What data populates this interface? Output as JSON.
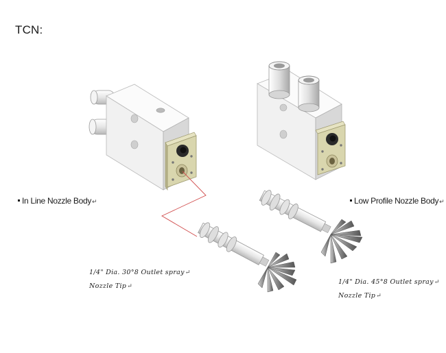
{
  "page": {
    "title": "TCN:"
  },
  "labels": {
    "inline_body": "In Line Nozzle Body",
    "low_profile_body": "Low Profile Nozzle Body"
  },
  "captions": {
    "tip_30": {
      "line1": "1/4\" Dia. 30°8 Outlet spray",
      "line2": "Nozzle Tip"
    },
    "tip_45": {
      "line1": "1/4\" Dia. 45°8 Outlet spray",
      "line2": "Nozzle Tip"
    }
  },
  "paragraph_mark": "↵",
  "colors": {
    "connector_line": "#d04a4a",
    "body_block": "#f4f4f4",
    "mount_plate": "#d9d6ae",
    "spray_fan": "#777777"
  }
}
